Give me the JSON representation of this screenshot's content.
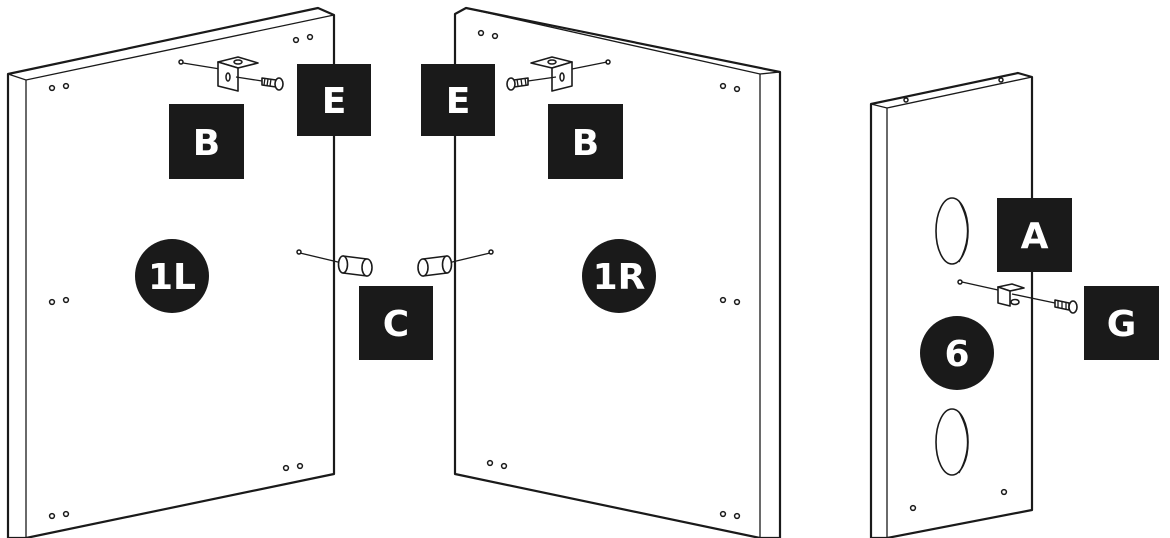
{
  "labels": {
    "panel_left": "1L",
    "panel_right": "1R",
    "panel_side": "6",
    "part_a": "A",
    "part_b_left": "B",
    "part_b_right": "B",
    "part_c": "C",
    "part_e_left": "E",
    "part_e_right": "E",
    "part_g": "G"
  },
  "colors": {
    "ink": "#1a1a1a",
    "paper": "#ffffff"
  }
}
